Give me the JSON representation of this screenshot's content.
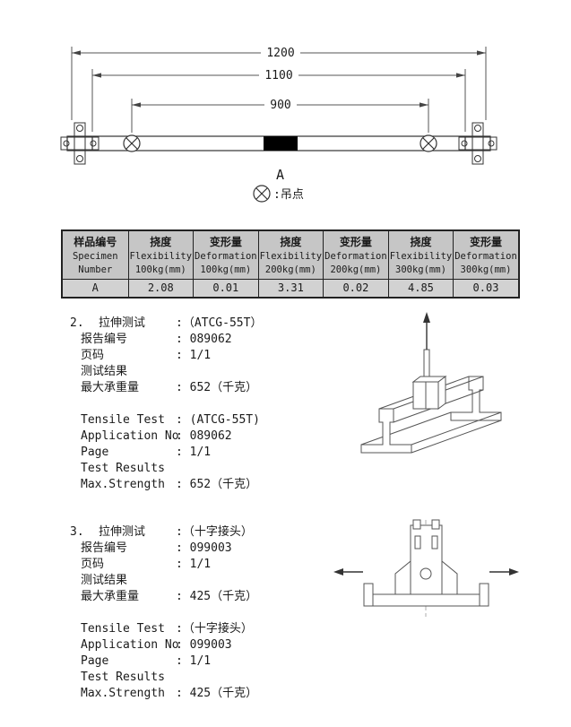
{
  "diagram": {
    "dim_outer": "1200",
    "dim_mid": "1100",
    "dim_inner": "900",
    "section_label": "A",
    "legend_label": ":吊点"
  },
  "table": {
    "columns": [
      {
        "l1": "样品编号",
        "l2": "Specimen",
        "l3": "Number"
      },
      {
        "l1": "挠度",
        "l2": "Flexibility",
        "l3": "100kg(mm)"
      },
      {
        "l1": "变形量",
        "l2": "Deformation",
        "l3": "100kg(mm)"
      },
      {
        "l1": "挠度",
        "l2": "Flexibility",
        "l3": "200kg(mm)"
      },
      {
        "l1": "变形量",
        "l2": "Deformation",
        "l3": "200kg(mm)"
      },
      {
        "l1": "挠度",
        "l2": "Flexibility",
        "l3": "300kg(mm)"
      },
      {
        "l1": "变形量",
        "l2": "Deformation",
        "l3": "300kg(mm)"
      }
    ],
    "row": [
      "A",
      "2.08",
      "0.01",
      "3.31",
      "0.02",
      "4.85",
      "0.03"
    ]
  },
  "section2": {
    "number": "2.",
    "title": "拉伸测试",
    "title_value": ":（ATCG-55T）",
    "cn": [
      {
        "label": "报告编号",
        "value": ": 089062"
      },
      {
        "label": "页码",
        "value": ": 1/1"
      },
      {
        "label": "测试结果",
        "value": ""
      },
      {
        "label": "最大承重量",
        "value": ": 652（千克）"
      }
    ],
    "en": [
      {
        "label": "Tensile Test",
        "value": ": (ATCG-55T)"
      },
      {
        "label": "Application No",
        "value": ": 089062"
      },
      {
        "label": "Page",
        "value": ": 1/1"
      },
      {
        "label": "Test Results",
        "value": ""
      },
      {
        "label": "Max.Strength",
        "value": ": 652（千克）"
      }
    ]
  },
  "section3": {
    "number": "3.",
    "title": "拉伸测试",
    "title_value": ":（十字接头）",
    "cn": [
      {
        "label": "报告编号",
        "value": ": 099003"
      },
      {
        "label": "页码",
        "value": ": 1/1"
      },
      {
        "label": "测试结果",
        "value": ""
      },
      {
        "label": "最大承重量",
        "value": ": 425（千克）"
      }
    ],
    "en": [
      {
        "label": "Tensile Test",
        "value": ":（十字接头）"
      },
      {
        "label": "Application No",
        "value": ": 099003"
      },
      {
        "label": "Page",
        "value": ": 1/1"
      },
      {
        "label": "Test Results",
        "value": ""
      },
      {
        "label": "Max.Strength",
        "value": ": 425（千克）"
      }
    ]
  }
}
